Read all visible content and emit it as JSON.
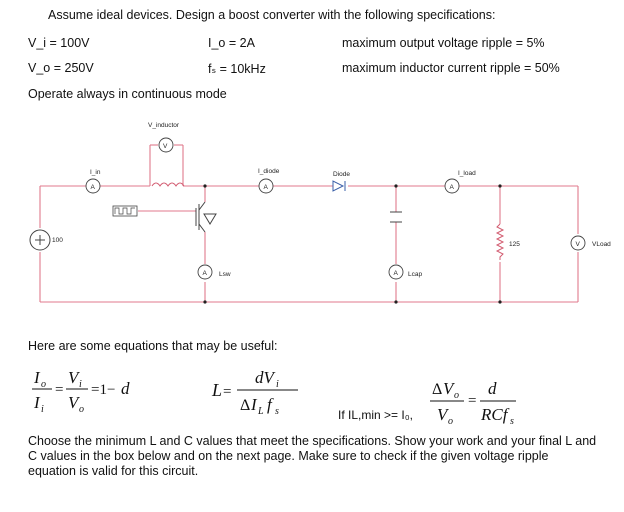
{
  "header": {
    "title": "Assume ideal devices. Design a boost converter with the following specifications:"
  },
  "specs": {
    "vi": "V_i = 100V",
    "io": "I_o = 2A",
    "ripple_v": "maximum output voltage ripple = 5%",
    "vo": "V_o = 250V",
    "fs": "fₛ = 10kHz",
    "ripple_i": "maximum inductor current ripple = 50%"
  },
  "mode": "Operate always in continuous mode",
  "circuit": {
    "v_inductor": "V_inductor",
    "i_in": "I_in",
    "i_diode": "I_diode",
    "diode": "Diode",
    "i_load": "I_load",
    "source_value": "100",
    "load_value": "125",
    "vload": "VLoad",
    "lsw": "Lsw",
    "lcap": "Lcap",
    "meter_v": "V",
    "meter_a": "A"
  },
  "equations_intro": "Here are some equations that may be useful:",
  "condition": "If IL,min >= I₀,",
  "instructions": "Choose the minimum L and C values that meet the specifications. Show your work and your final L and C values in the box below and on the next page. Make sure to check if the given voltage ripple equation is valid for this circuit."
}
